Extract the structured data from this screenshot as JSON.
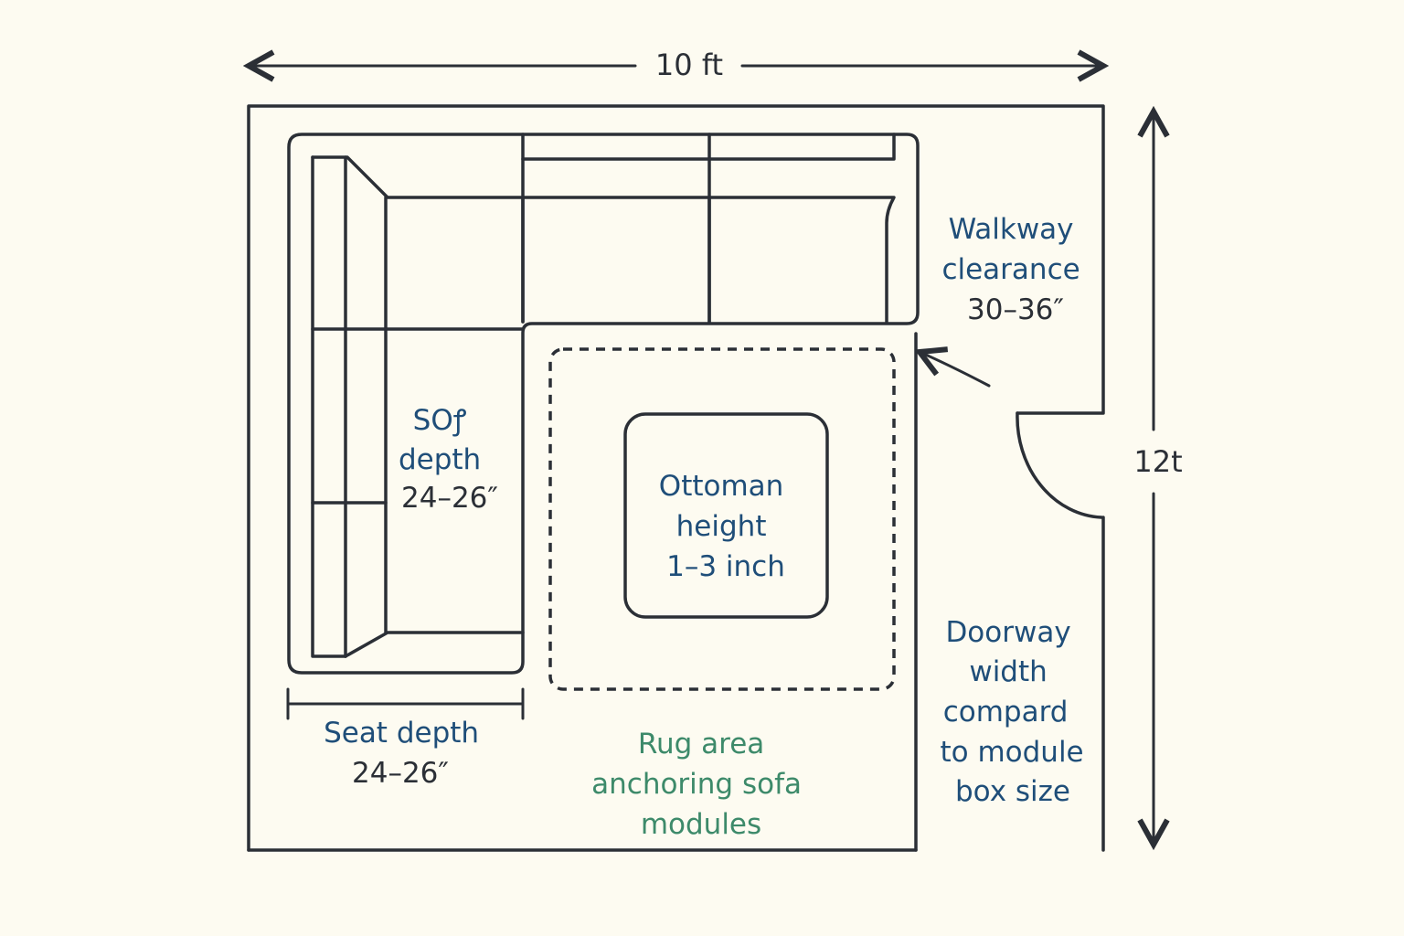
{
  "dimensions": {
    "width": "10 ft",
    "height": "12t"
  },
  "labels": {
    "walkway": [
      "Walkway",
      "clearance",
      "30–36″"
    ],
    "sofa_depth": [
      "SOꝭ",
      "depth",
      "24–26″"
    ],
    "ottoman": [
      "Ottoman",
      "height",
      "1–3 inch"
    ],
    "seat_depth": [
      "Seat depth",
      "24–26″"
    ],
    "rug_area": [
      "Rug area",
      "anchoring sofa",
      "modules"
    ],
    "doorway": [
      "Doorway",
      "width",
      "compard",
      "to module",
      "box size"
    ]
  },
  "colors": {
    "background": "#fdfbf1",
    "line": "#2b2f36",
    "label_blue": "#1f4e79",
    "label_green": "#3d8a6a"
  }
}
